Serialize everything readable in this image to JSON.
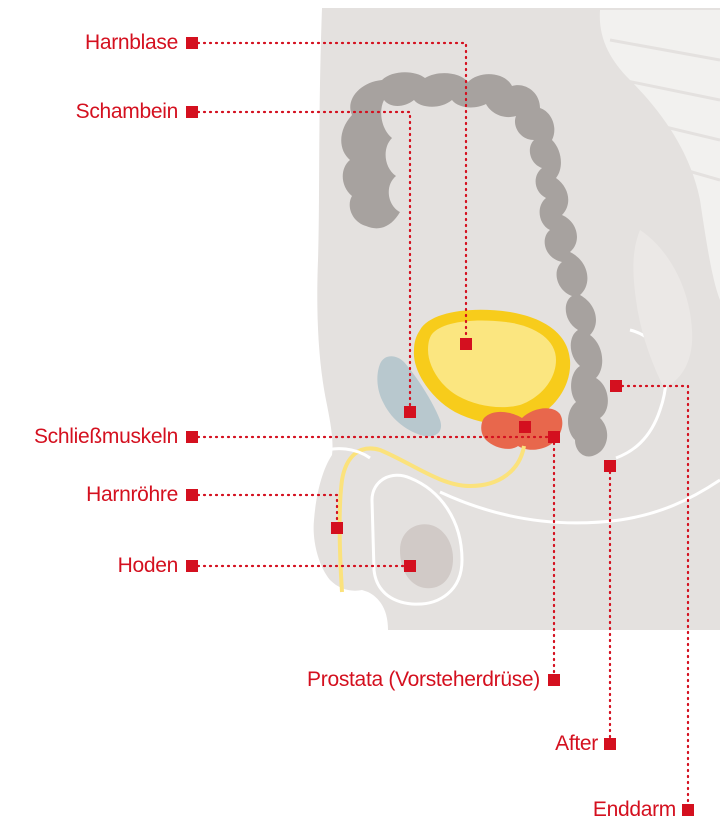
{
  "colors": {
    "label": "#d4101f",
    "body": "#e4e1df",
    "body_line": "#ffffff",
    "vertebrae": "#f2f1ef",
    "colon": "#a7a29f",
    "colon_dark": "#8f8a87",
    "bladder_outer": "#f7cc1b",
    "bladder_inner": "#fbe680",
    "prostate": "#e8674c",
    "pubic_bone": "#b8c8ce",
    "urethra": "#fbe27c",
    "testis": "#d1cac7"
  },
  "labels": {
    "harnblase": "Harnblase",
    "schambein": "Schambein",
    "schliessmuskeln": "Schließmuskeln",
    "harnroehre": "Harnröhre",
    "hoden": "Hoden",
    "prostata": "Prostata (Vorsteherdrüse)",
    "after": "After",
    "enddarm": "Enddarm"
  }
}
